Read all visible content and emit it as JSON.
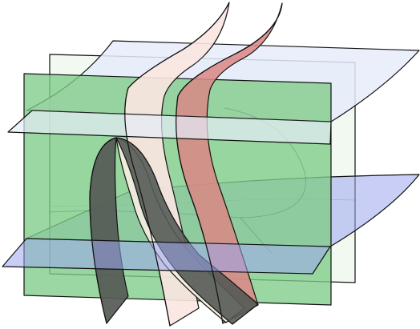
{
  "figure": {
    "kind": "3d-intersecting-surfaces",
    "text_present": false
  },
  "colors": {
    "background": "#ffffff",
    "back_wall_fill": "#eef8ee",
    "front_wall_fill": "#7fcc88",
    "upper_plane_fill": "#e6ecfa",
    "lower_plane_fill": "#9aa6ee",
    "red_sheet_fill": "#d88a86",
    "pink_sheet_fill": "#fbe6e1",
    "cream_sheet_fill": "#f4eee0",
    "dark_sheet_fill": "#555a55",
    "edge_color": "#111111"
  },
  "surfaces": [
    {
      "id": "back-wall",
      "role": "vertical plane"
    },
    {
      "id": "front-wall",
      "role": "vertical plane"
    },
    {
      "id": "upper-horizontal-plane",
      "role": "horizontal plane"
    },
    {
      "id": "lower-horizontal-plane",
      "role": "horizontal plane"
    },
    {
      "id": "red-curved-sheet",
      "role": "curved sheet"
    },
    {
      "id": "pink-curved-sheet",
      "role": "curved sheet"
    },
    {
      "id": "cream-curved-sheet",
      "role": "curved sheet"
    },
    {
      "id": "dark-curved-sheet",
      "role": "curved sheet"
    }
  ]
}
